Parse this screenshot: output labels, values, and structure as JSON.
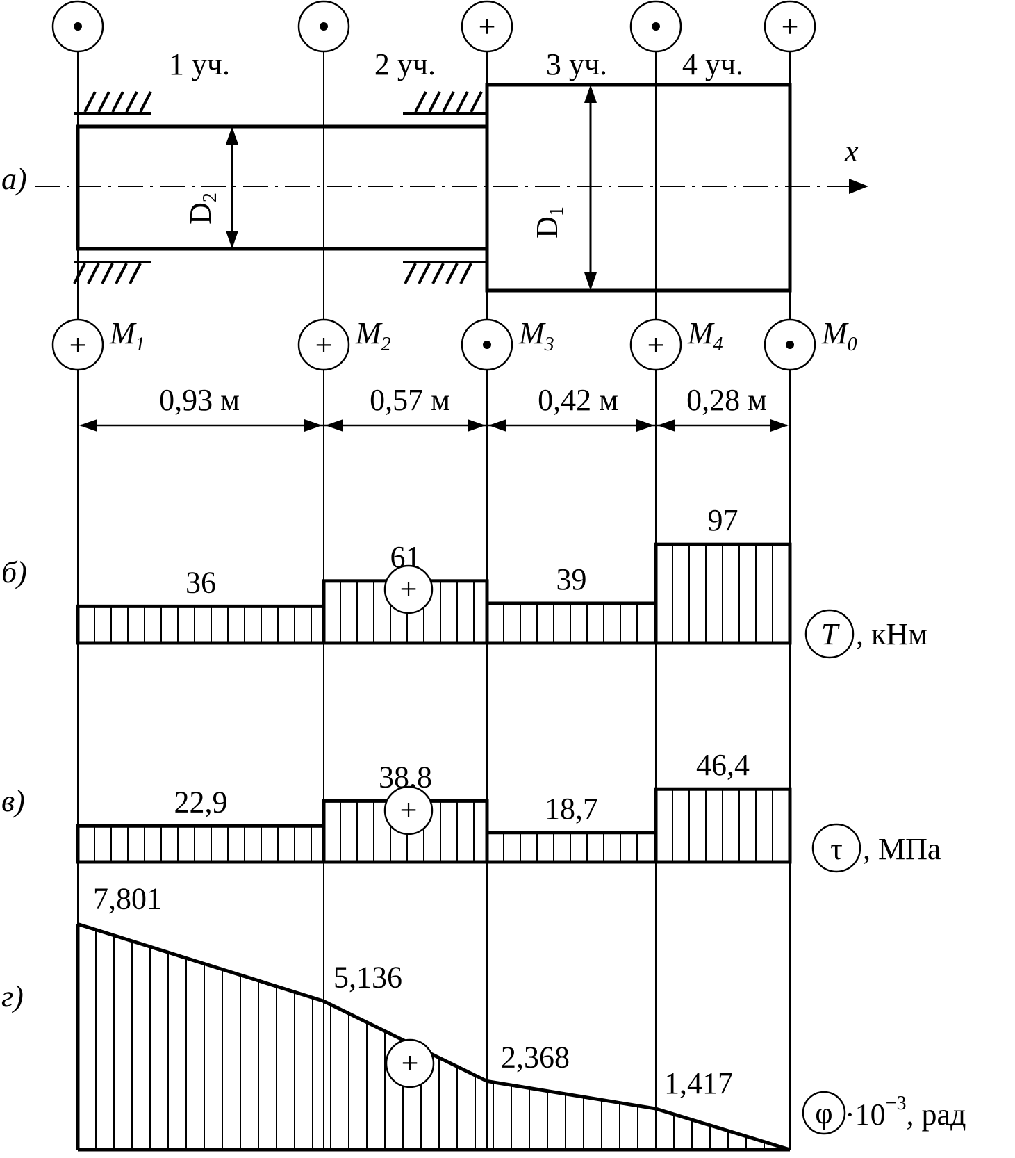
{
  "panel_labels": {
    "a": "а)",
    "b": "б)",
    "v": "в)",
    "g": "г)"
  },
  "sections": [
    "1 уч.",
    "2 уч.",
    "3 уч.",
    "4 уч."
  ],
  "top_symbols": [
    "•",
    "•",
    "+",
    "•",
    "+"
  ],
  "bottom_moments": [
    {
      "symbol": "+",
      "label": "M",
      "sub": "1"
    },
    {
      "symbol": "+",
      "label": "M",
      "sub": "2"
    },
    {
      "symbol": "•",
      "label": "M",
      "sub": "3"
    },
    {
      "symbol": "+",
      "label": "M",
      "sub": "4"
    },
    {
      "symbol": "•",
      "label": "M",
      "sub": "0"
    }
  ],
  "axis_label": "x",
  "diameters": {
    "d2": {
      "main": "D",
      "sub": "2"
    },
    "d1": {
      "main": "D",
      "sub": "1"
    }
  },
  "lengths": [
    "0,93 м",
    "0,57 м",
    "0,42 м",
    "0,28 м"
  ],
  "plus_sign": "+",
  "chart_data": [
    {
      "type": "bar",
      "name": "torque",
      "symbol": "T",
      "unit": ", кНм",
      "categories": [
        "1 уч.",
        "2 уч.",
        "3 уч.",
        "4 уч."
      ],
      "values": [
        36,
        61,
        39,
        97
      ],
      "labels": [
        "36",
        "61",
        "39",
        "97"
      ]
    },
    {
      "type": "bar",
      "name": "shear-stress",
      "symbol": "τ",
      "unit": ", МПа",
      "categories": [
        "1 уч.",
        "2 уч.",
        "3 уч.",
        "4 уч."
      ],
      "values": [
        22.9,
        38.8,
        18.7,
        46.4
      ],
      "labels": [
        "22,9",
        "38,8",
        "18,7",
        "46,4"
      ]
    },
    {
      "type": "line",
      "name": "twist-angle",
      "symbol": "φ",
      "unit_pre": "·10",
      "unit_exp": "−3",
      "unit_post": ", рад",
      "x": [
        0,
        0.93,
        1.5,
        1.92,
        2.2
      ],
      "values": [
        7.801,
        5.136,
        2.368,
        1.417,
        0
      ],
      "labels": [
        "7,801",
        "5,136",
        "2,368",
        "1,417",
        ""
      ]
    }
  ]
}
